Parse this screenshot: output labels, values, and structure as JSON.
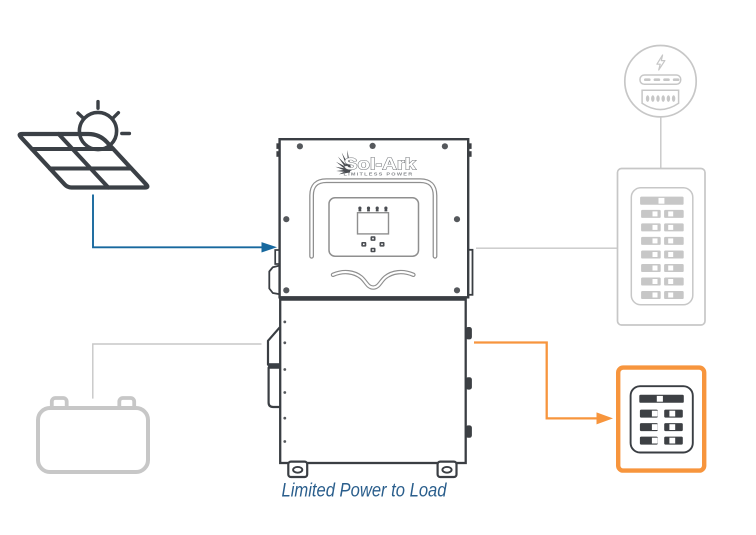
{
  "diagram_title": "Sol-Ark inverter limited power to load flow diagram",
  "caption": "Limited Power to Load",
  "inverter": {
    "brand": "Sol-Ark",
    "tagline": "LIMITLESS POWER"
  },
  "colors": {
    "line-dark": "#3b4046",
    "case-dark": "#3a3e43",
    "detail-gray": "#8f8f8f",
    "light-gray": "#c7c7c7",
    "screw-gray": "#55585c",
    "breaker-dark": "#3d4044",
    "accent-blue": "#17689e",
    "accent-orange": "#f7953d",
    "caption-blue": "#2a5e8c"
  },
  "icons": [
    "sun-icon",
    "solar-panel-icon",
    "battery-icon",
    "inverter-icon",
    "utility-meter-icon",
    "main-breaker-panel-icon",
    "critical-loads-panel-icon",
    "solar-to-inverter-arrow-icon",
    "inverter-to-loads-arrow-icon"
  ]
}
